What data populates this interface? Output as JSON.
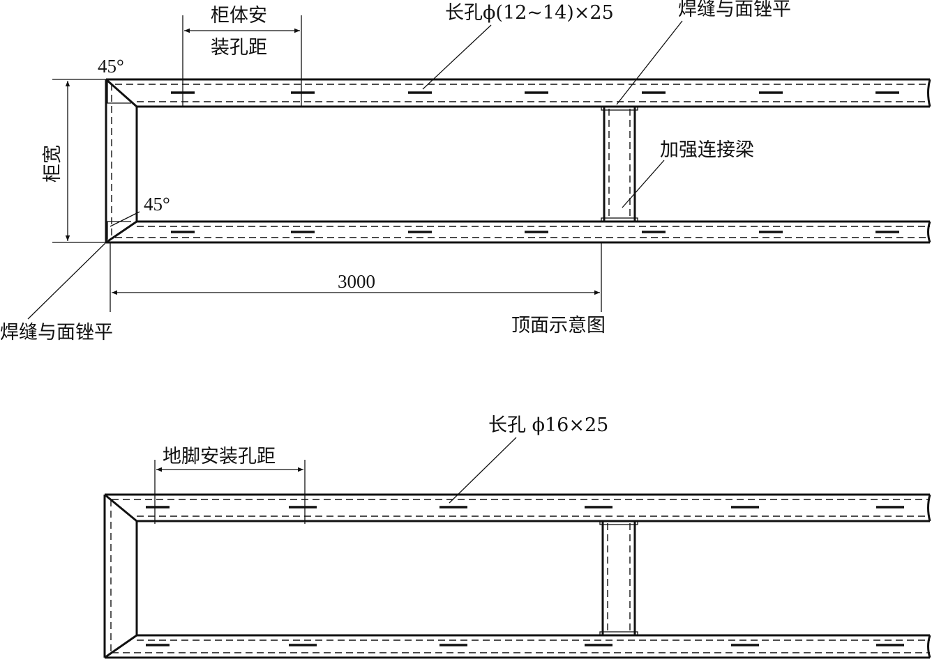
{
  "top_view": {
    "label_cabinet_hole_pitch_line1": "柜体安",
    "label_cabinet_hole_pitch_line2": "装孔距",
    "label_slot_top": "长孔ϕ(12~14)×25",
    "label_weld_top_right": "焊缝与面锉平",
    "label_angle_top": "45°",
    "label_angle_bottom": "45°",
    "label_cabinet_width": "柜宽",
    "label_reinforcing_beam": "加强连接梁",
    "label_dimension": "3000",
    "label_weld_bottom_left": "焊缝与面锉平",
    "label_view_title": "顶面示意图"
  },
  "bottom_view": {
    "label_slot": "长孔 ϕ16×25",
    "label_foot_hole_pitch": "地脚安装孔距"
  }
}
